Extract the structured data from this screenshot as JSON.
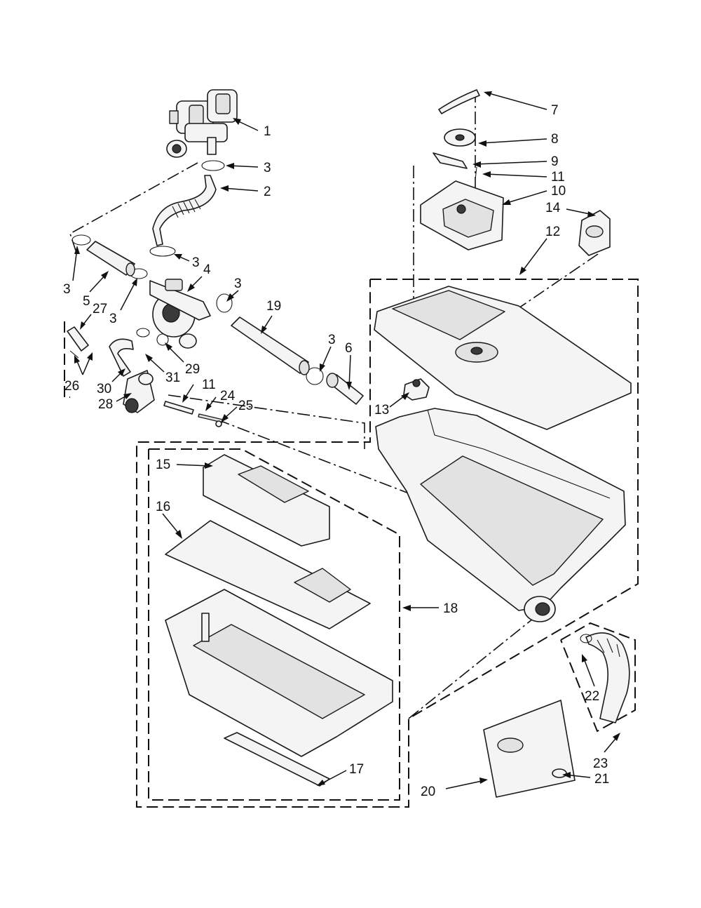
{
  "callouts": {
    "c1": "1",
    "c2": "2",
    "c3a": "3",
    "c3b": "3",
    "c3c": "3",
    "c3d": "3",
    "c3e": "3",
    "c3f": "3",
    "c4": "4",
    "c5": "5",
    "c6": "6",
    "c7": "7",
    "c8": "8",
    "c9": "9",
    "c10": "10",
    "c11a": "11",
    "c11b": "11",
    "c12": "12",
    "c13": "13",
    "c14": "14",
    "c15": "15",
    "c16": "16",
    "c17": "17",
    "c18": "18",
    "c19": "19",
    "c20": "20",
    "c21": "21",
    "c22": "22",
    "c23": "23",
    "c24": "24",
    "c25": "25",
    "c26": "26",
    "c27": "27",
    "c28": "28",
    "c29": "29",
    "c30": "30",
    "c31": "31"
  }
}
